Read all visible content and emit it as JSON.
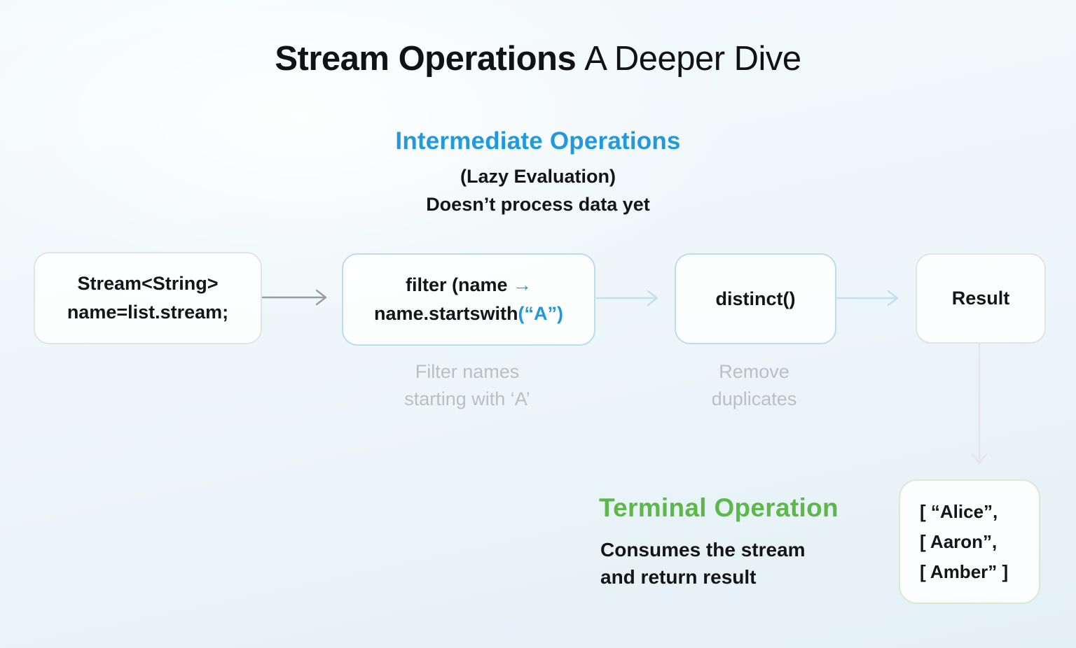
{
  "title": {
    "bold": "Stream Operations",
    "regular": "A Deeper Dive"
  },
  "intermediate": {
    "heading": "Intermediate Operations",
    "subtitle1": "(Lazy Evaluation)",
    "subtitle2": "Doesn’t process data yet"
  },
  "flow": {
    "source_box": {
      "line1": "Stream<String>",
      "line2": "name=list.stream;"
    },
    "filter_box": {
      "line1_text": "filter (name",
      "line1_arrow": "→",
      "line2_black": "name.startswith",
      "line2_blue": "(“A”)",
      "caption_line1": "Filter names",
      "caption_line2": "starting with ‘A’"
    },
    "distinct_box": {
      "label": "distinct()",
      "caption_line1": "Remove",
      "caption_line2": "duplicates"
    },
    "result_box": {
      "label": "Result"
    }
  },
  "terminal": {
    "heading": "Terminal Operation",
    "desc_line1": "Consumes the stream",
    "desc_line2": "and return result",
    "output_lines": [
      "[ “Alice”,",
      "[ Aaron”,",
      "[ Amber” ]"
    ]
  },
  "colors": {
    "accent_blue": "#2199DE",
    "accent_green": "#5CB849",
    "caption_gray": "#B9BFC6",
    "arrow_gray": "#9B9BA3",
    "arrow_blue": "#BFE1F3",
    "arrow_light": "#E8E4E7",
    "border_gray": "#E2E3E7",
    "border_blue": "#BADCF0",
    "border_green": "#D8EBCF",
    "text_dark": "#141518",
    "bg": "#EEF5F9"
  }
}
